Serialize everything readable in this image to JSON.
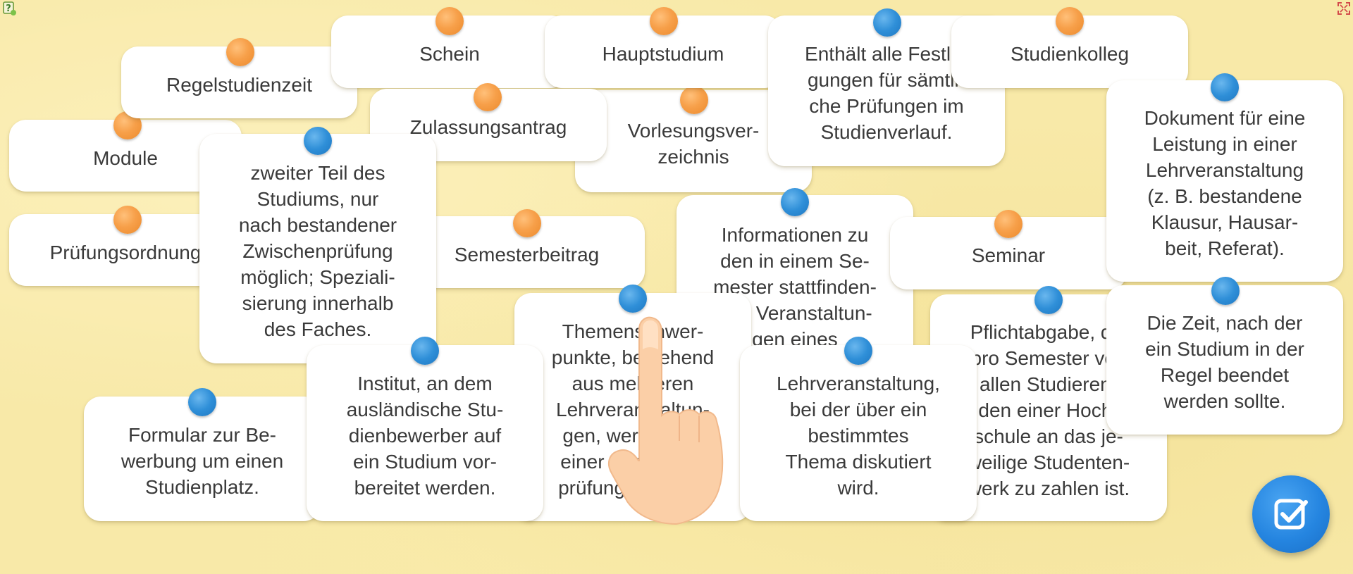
{
  "toolbar": {
    "help_icon": "help-question-icon",
    "fullscreen_icon": "fullscreen-toggle-icon"
  },
  "colors": {
    "background": "#f8e9a8",
    "card": "#ffffff",
    "pin_orange": "#f7a04a",
    "pin_blue": "#2f8fd8",
    "check_button": "#2585e0",
    "text": "#3a3a3a"
  },
  "terms": [
    {
      "id": "regelstudienzeit",
      "label": "Regelstudienzeit"
    },
    {
      "id": "schein",
      "label": "Schein"
    },
    {
      "id": "hauptstudium",
      "label": "Hauptstudium"
    },
    {
      "id": "studienkolleg",
      "label": "Studienkolleg"
    },
    {
      "id": "zulassungsantrag",
      "label": "Zulassungsantrag"
    },
    {
      "id": "vorlesungsverzeichnis",
      "label": "Vorlesungsver-\nzeichnis"
    },
    {
      "id": "module",
      "label": "Module"
    },
    {
      "id": "pruefungsordnung",
      "label": "Prüfungsordnung"
    },
    {
      "id": "semesterbeitrag",
      "label": "Semesterbeitrag"
    },
    {
      "id": "seminar",
      "label": "Seminar"
    }
  ],
  "definitions": [
    {
      "id": "festlegungen",
      "label": "Enthält alle Festle-\ngungen für sämtli-\nche Prüfungen im\nStudienverlauf."
    },
    {
      "id": "dokument",
      "label": "Dokument für eine\nLeistung in einer\nLehrveranstaltung\n(z. B. bestandene\nKlausur, Hausar-\nbeit, Referat)."
    },
    {
      "id": "zweiter-teil",
      "label": "zweiter Teil des\nStudiums, nur\nnach bestandener\nZwischenprüfung\nmöglich; Speziali-\nsierung innerhalb\ndes Faches."
    },
    {
      "id": "informationen",
      "label": "Informationen zu\nden in einem Se-\nmester stattfinden-\nden Veranstaltun-\ngen eines\nStudiengangs."
    },
    {
      "id": "themenschwerpunkte",
      "label": "Themenschwer-\npunkte, bestehend\naus mehreren\nLehrveranstaltun-\ngen, werden mit\neiner Abschluss-\nprüfung beendet."
    },
    {
      "id": "pflichtabgabe",
      "label": "Pflichtabgabe, die\npro Semester von\nallen Studieren-\nden einer Hoch-\nschule an das je-\nweilige Studenten-\nwerk zu zahlen ist."
    },
    {
      "id": "zeit",
      "label": "Die Zeit, nach der\nein Studium in der\nRegel beendet\nwerden sollte."
    },
    {
      "id": "formular",
      "label": "Formular zur Be-\nwerbung um einen\nStudienplatz."
    },
    {
      "id": "institut",
      "label": "Institut, an dem\nausländische Stu-\ndienbewerber auf\nein Studium vor-\nbereitet werden."
    },
    {
      "id": "lehrveranstaltung",
      "label": "Lehrveranstaltung,\nbei der über ein\nbestimmtes\nThema diskutiert\nwird."
    }
  ],
  "check_button": {
    "icon": "checkmark-icon"
  },
  "hand": {
    "icon": "pointing-hand-icon"
  }
}
